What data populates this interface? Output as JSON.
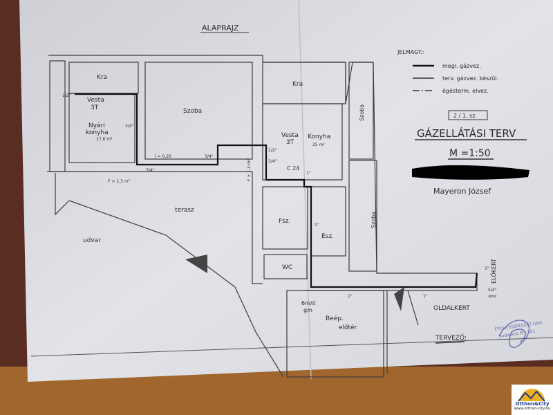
{
  "title": "ALAPRAJZ",
  "legend": {
    "heading": "JELMAGY.:",
    "items": [
      "megl. gázvez.",
      "terv. gázvez. készül.",
      "égésterm. elvez."
    ]
  },
  "sheet_number": "2 / 1. sz.",
  "plan_title": "GÁZELLÁTÁSI TERV",
  "scale": "M =1:50",
  "owner": "Mayeron József",
  "rooms": {
    "kra_left": "Kra",
    "kra_right": "Kra",
    "vesta_left": "Vesta",
    "vesta_left_sub": "3T",
    "vesta_right": "Vesta",
    "vesta_right_sub": "3T",
    "nyari": "Nyári",
    "nyari2": "konyha",
    "nyari_area": "17,6 m²",
    "szoba_main": "Szoba",
    "konyha": "Konyha",
    "konyha_area": "25 m²",
    "szoba_right1": "Szoba",
    "szoba_right2": "Szoba",
    "terasz": "terasz",
    "udvar": "udvar",
    "fsz": "Fsz.",
    "esz": "Esz.",
    "wc": "WC",
    "beep": "Beép.",
    "eloter": "előtér",
    "oldalkert": "OLDALKERT",
    "elokert": "ELŐKERT"
  },
  "annotations": {
    "half_left": "1/2\"",
    "three_q_1": "3/4\"",
    "l_020": "l = 0,20",
    "three_q_2": "3/4\"",
    "three_q_3": "3/4\"",
    "f_left": "F > 1,3 m²",
    "f_mid": "F > 1,3 m²",
    "half_right": "1/2\"",
    "three_q_4": "3/4\"",
    "c24": "C 24",
    "one_1": "1\"",
    "one_2": "1\"",
    "one_3": "1\"",
    "one_4": "1\"",
    "one_5": "1\"",
    "meter": "6m/ó",
    "meter2": "gm",
    "five_q": "5/4\"",
    "vizora": "vízór"
  },
  "designer_label": "TERVEZŐ:",
  "stamp": {
    "line1": "ÉPÜLETGÉPÉSZET GMK",
    "line2": "Budapest Pf.: 141."
  },
  "logo": {
    "brand": "Otthon&City",
    "url": "www.otthon-city.hu"
  },
  "colors": {
    "paper": "#dcdde2",
    "ink": "#2a2a30",
    "stamp": "#6a70b0",
    "table": "#7a5230"
  }
}
